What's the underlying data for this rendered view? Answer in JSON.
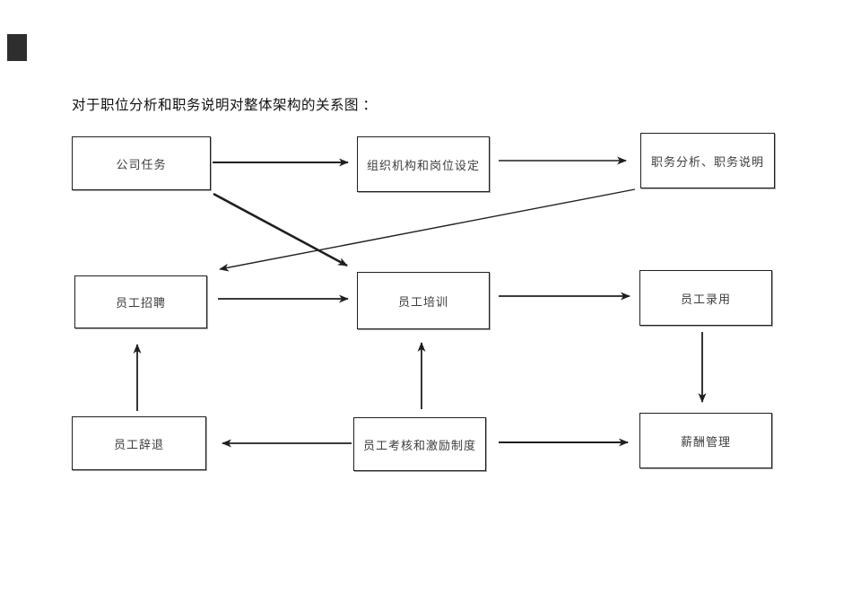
{
  "page": {
    "title": "对于职位分析和职务说明对整体架构的关系图 ："
  },
  "diagram": {
    "type": "flowchart",
    "nodes": [
      {
        "id": "company-tasks",
        "label": "公司任务"
      },
      {
        "id": "org-structure",
        "label": "组织机构和岗位设定"
      },
      {
        "id": "job-analysis",
        "label": "职务分析、职务说明"
      },
      {
        "id": "recruitment",
        "label": "员工招聘"
      },
      {
        "id": "training",
        "label": "员工培训"
      },
      {
        "id": "hiring",
        "label": "员工录用"
      },
      {
        "id": "dismissal",
        "label": "员工辞退"
      },
      {
        "id": "appraisal",
        "label": "员工考核和激励制度"
      },
      {
        "id": "salary",
        "label": "薪酬管理"
      }
    ],
    "edges": [
      {
        "from": "公司任务",
        "to": "组织机构和岗位设定"
      },
      {
        "from": "组织机构和岗位设定",
        "to": "职务分析、职务说明"
      },
      {
        "from": "公司任务",
        "to": "员工培训"
      },
      {
        "from": "职务分析、职务说明",
        "to": "员工招聘"
      },
      {
        "from": "员工招聘",
        "to": "员工培训"
      },
      {
        "from": "员工培训",
        "to": "员工录用"
      },
      {
        "from": "员工录用",
        "to": "薪酬管理"
      },
      {
        "from": "员工辞退",
        "to": "员工招聘"
      },
      {
        "from": "员工考核和激励制度",
        "to": "员工培训"
      },
      {
        "from": "员工考核和激励制度",
        "to": "员工辞退"
      },
      {
        "from": "员工考核和激励制度",
        "to": "薪酬管理"
      }
    ],
    "colors": {
      "background": "#ffffff",
      "box_border": "#1f1f1f",
      "line": "#1f1f1f",
      "text": "#3d3d3d",
      "title_text": "#111111"
    }
  }
}
